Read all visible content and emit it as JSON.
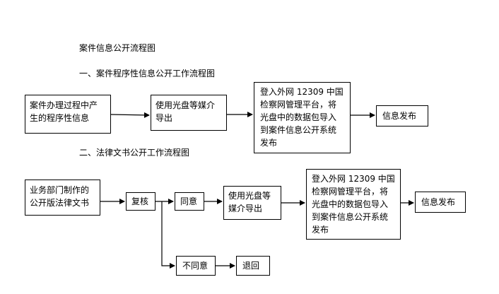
{
  "title": "案件信息公开流程图",
  "section1": {
    "heading": "一、案件程序性信息公开工作流程图",
    "box1": [
      "案件办理过程中产",
      "生的程序性信息"
    ],
    "box2": [
      "使用光盘等媒介",
      "导出"
    ],
    "box3": [
      "登入外网 12309 中国",
      "检察网管理平台，将",
      "光盘中的数据包导入",
      "到案件信息公开系统",
      "发布"
    ],
    "box4": [
      "信息发布"
    ]
  },
  "section2": {
    "heading": "二、法律文书公开工作流程图",
    "box1": [
      "业务部门制作的",
      "公开版法律文书"
    ],
    "review": [
      "复核"
    ],
    "agree": [
      "同意"
    ],
    "export": [
      "使用光盘等",
      "媒介导出"
    ],
    "import": [
      "登入外网 12309 中国",
      "检察网管理平台，将",
      "光盘中的数据包导入",
      "到案件信息公开系统",
      "发布"
    ],
    "publish": [
      "信息发布"
    ],
    "disagree": [
      "不同意"
    ],
    "return": [
      "退回"
    ]
  }
}
